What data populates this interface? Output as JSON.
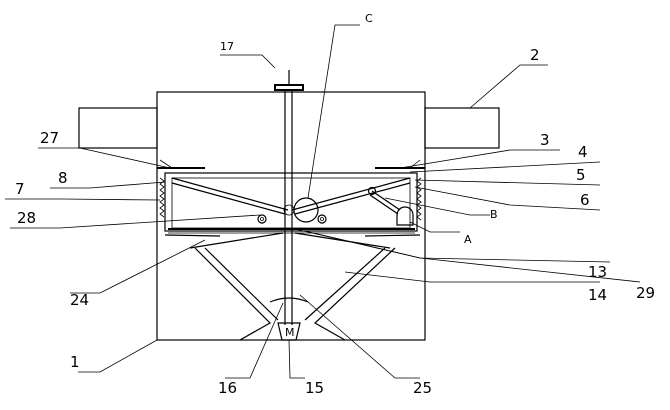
{
  "labels": {
    "l1": "1",
    "l2": "2",
    "l3": "3",
    "l4": "4",
    "l5": "5",
    "l6": "6",
    "l7": "7",
    "l8": "8",
    "l13": "13",
    "l14": "14",
    "l15": "15",
    "l16": "16",
    "l17": "17",
    "l24": "24",
    "l25": "25",
    "l27": "27",
    "l28": "28",
    "l29": "29",
    "lA": "A",
    "lB": "B",
    "lC": "C",
    "lM": "M"
  }
}
